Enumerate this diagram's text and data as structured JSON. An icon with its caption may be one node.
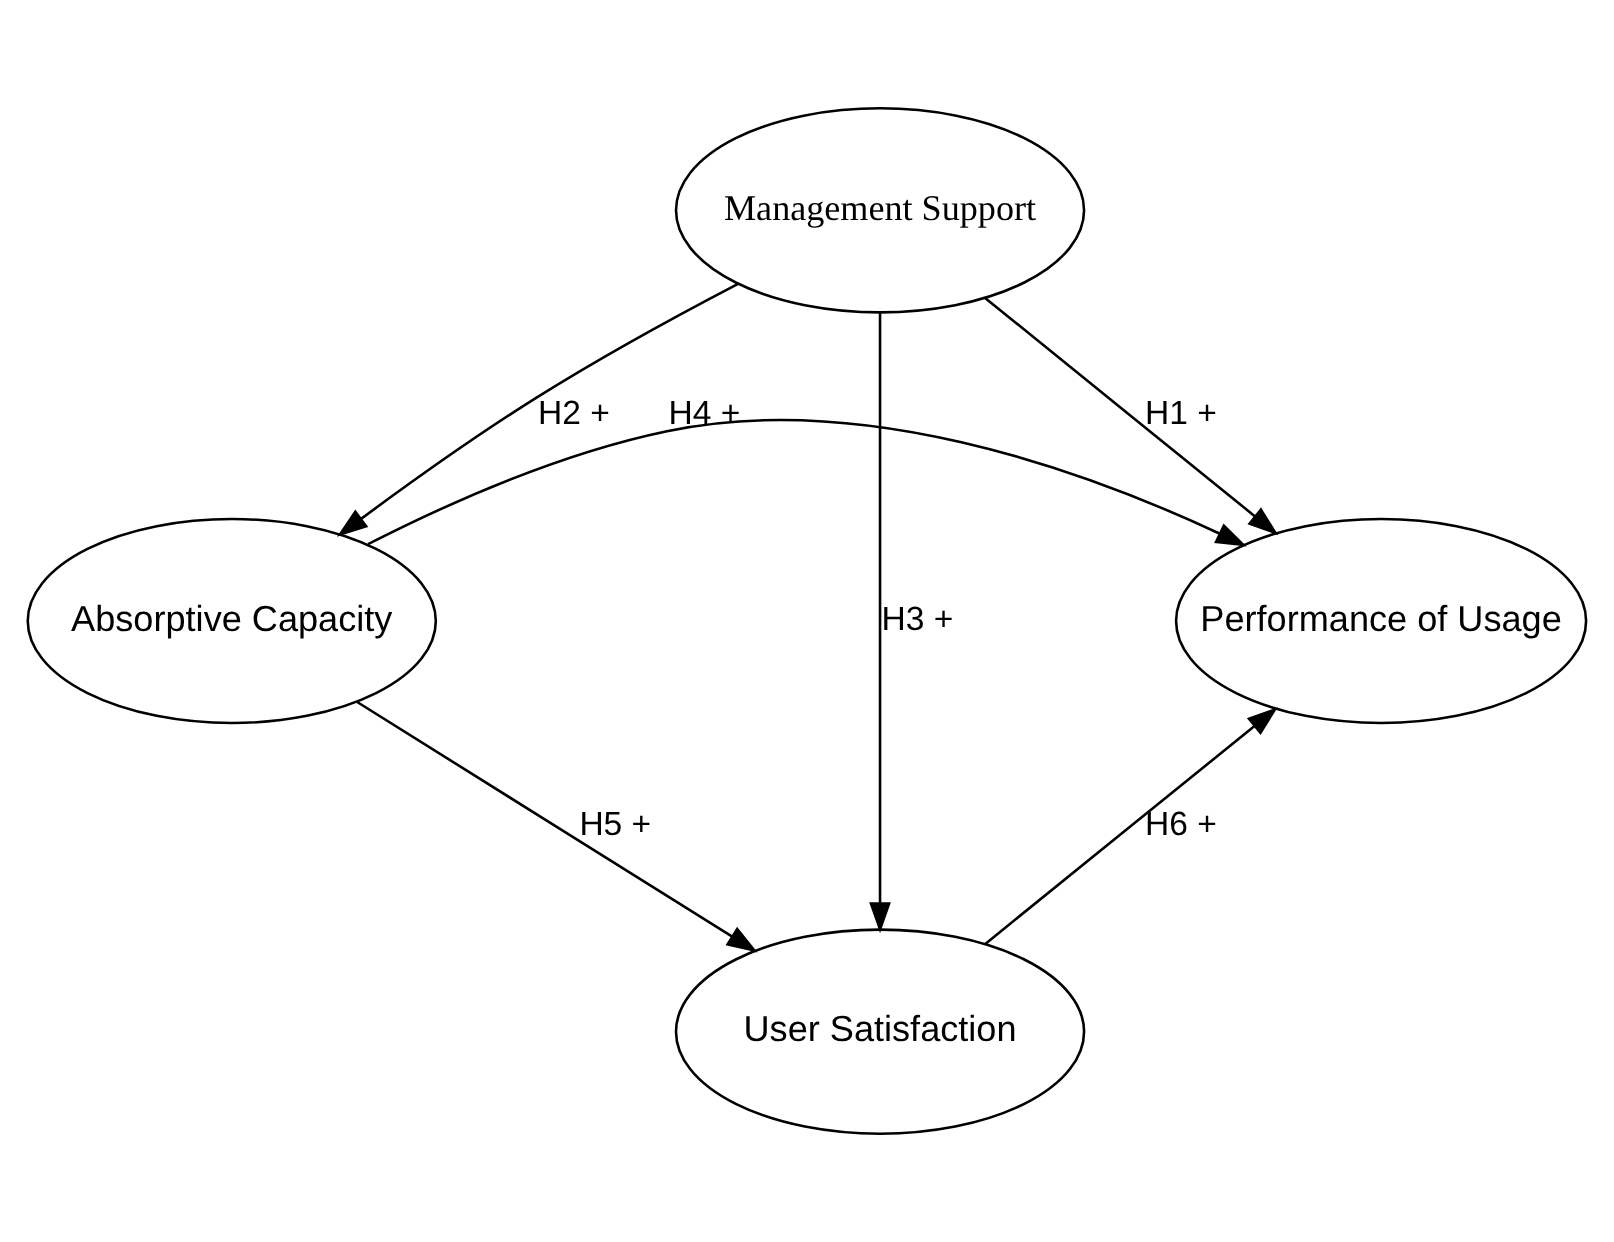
{
  "diagram": {
    "nodes": [
      {
        "text": [
          "Management Support"
        ]
      },
      {
        "text": [
          "Absorptive Capacity"
        ]
      },
      {
        "text": [
          "User Satisfaction"
        ]
      },
      {
        "text": [
          "Performance of Usage"
        ]
      }
    ],
    "edges": [
      {
        "from": 0,
        "to": 3,
        "arrow": "to",
        "label": "H1 +"
      },
      {
        "from": 0,
        "to": 1,
        "arrow": "to",
        "label": "H2 +"
      },
      {
        "from": 0,
        "to": 2,
        "arrow": "to",
        "label": "H3 +"
      },
      {
        "from": 1,
        "to": 3,
        "arrow": "to",
        "label": "H4 +"
      },
      {
        "from": 1,
        "to": 2,
        "arrow": "to",
        "label": "H5 +"
      },
      {
        "from": 2,
        "to": 3,
        "arrow": "to",
        "label": "H6 +"
      }
    ]
  }
}
